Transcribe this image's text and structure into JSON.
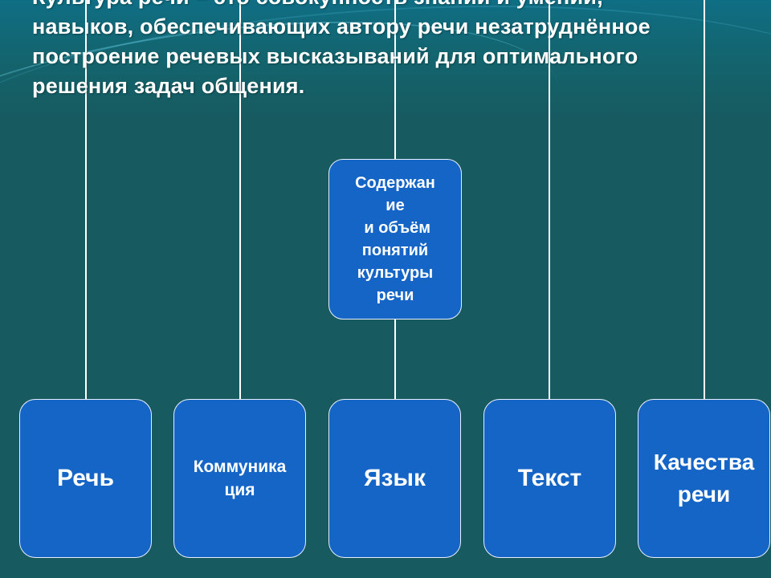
{
  "title_lines": [
    "Культура речи – это совокупность знаний и умений,",
    "навыков, обеспечивающих автору речи незатруднённое",
    "построение речевых высказываний для оптимального",
    "решения задач общения."
  ],
  "center_node": {
    "lines": [
      "Содержан",
      "ие",
      " и объём",
      "понятий",
      "культуры",
      "речи"
    ]
  },
  "bottom_nodes": [
    {
      "lines": [
        "Речь"
      ]
    },
    {
      "lines": [
        "Коммуника",
        "ция"
      ]
    },
    {
      "lines": [
        "Язык"
      ]
    },
    {
      "lines": [
        "Текст"
      ]
    },
    {
      "lines": [
        "Качества",
        "речи"
      ]
    }
  ],
  "colors": {
    "background": "#175a5f",
    "box_fill": "#1565c6",
    "box_border": "#e8f0ff",
    "connector": "#ffffff",
    "text": "#ffffff"
  }
}
